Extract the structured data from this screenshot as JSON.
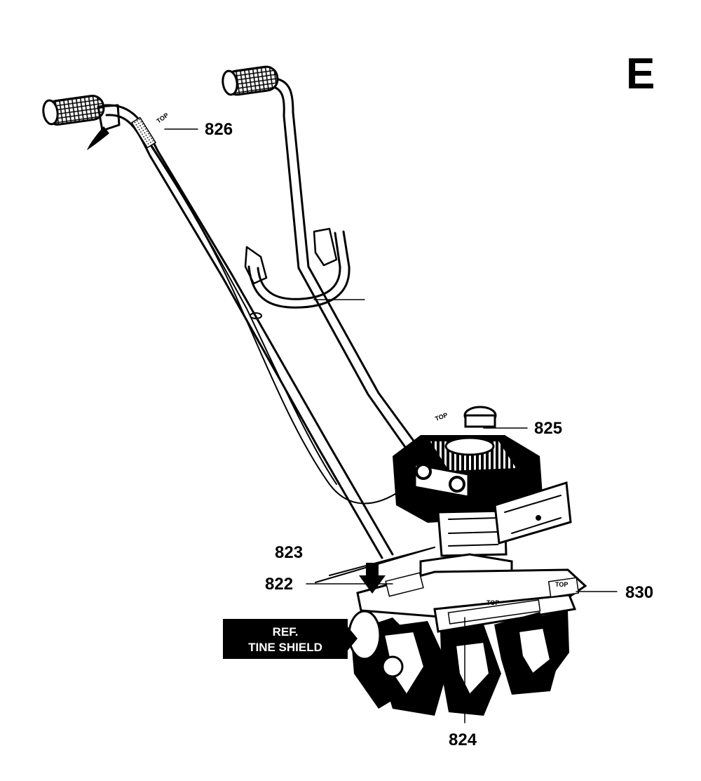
{
  "sheet_letter": "E",
  "callouts": {
    "c826": "826",
    "c825": "825",
    "c823": "823",
    "c822": "822",
    "c830": "830",
    "c824": "824"
  },
  "ref_box": {
    "line1": "REF.",
    "line2": "TINE SHIELD"
  },
  "decal_text": {
    "top": "TOP"
  },
  "colors": {
    "ink": "#000000",
    "paper": "#ffffff"
  }
}
